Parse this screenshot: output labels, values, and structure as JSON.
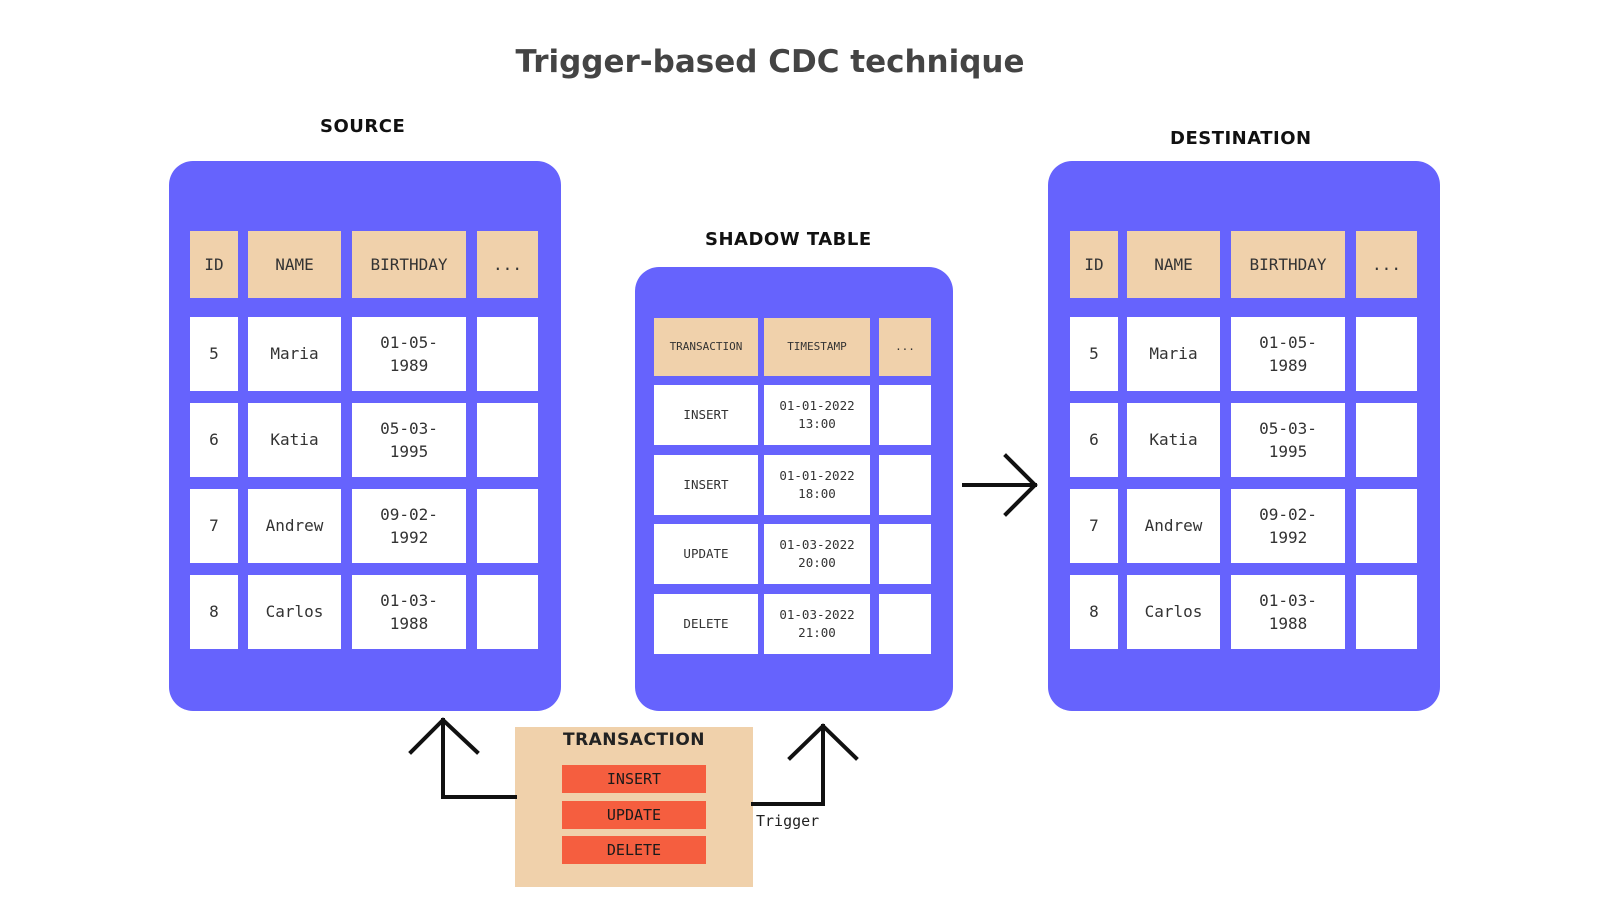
{
  "title": "Trigger-based CDC technique",
  "source": {
    "label": "SOURCE",
    "headers": [
      "ID",
      "NAME",
      "BIRTHDAY",
      "..."
    ],
    "rows": [
      [
        "5",
        "Maria",
        "01-05-\n1989",
        ""
      ],
      [
        "6",
        "Katia",
        "05-03-\n1995",
        ""
      ],
      [
        "7",
        "Andrew",
        "09-02-\n1992",
        ""
      ],
      [
        "8",
        "Carlos",
        "01-03-\n1988",
        ""
      ]
    ]
  },
  "shadow": {
    "label": "SHADOW TABLE",
    "headers": [
      "TRANSACTION",
      "TIMESTAMP",
      "..."
    ],
    "rows": [
      [
        "INSERT",
        "01-01-2022\n13:00",
        ""
      ],
      [
        "INSERT",
        "01-01-2022\n18:00",
        ""
      ],
      [
        "UPDATE",
        "01-03-2022\n20:00",
        ""
      ],
      [
        "DELETE",
        "01-03-2022\n21:00",
        ""
      ]
    ]
  },
  "destination": {
    "label": "DESTINATION",
    "headers": [
      "ID",
      "NAME",
      "BIRTHDAY",
      "..."
    ],
    "rows": [
      [
        "5",
        "Maria",
        "01-05-\n1989",
        ""
      ],
      [
        "6",
        "Katia",
        "05-03-\n1995",
        ""
      ],
      [
        "7",
        "Andrew",
        "09-02-\n1992",
        ""
      ],
      [
        "8",
        "Carlos",
        "01-03-\n1988",
        ""
      ]
    ]
  },
  "transaction": {
    "title": "TRANSACTION",
    "operations": [
      "INSERT",
      "UPDATE",
      "DELETE"
    ]
  },
  "trigger_label": "Trigger",
  "colors": {
    "panel": "#6663fd",
    "header_cell": "#f0d1ab",
    "body_cell": "#ffffff",
    "transaction_box": "#f0d1ab",
    "operation_button": "#f55e3f",
    "arrow": "#111111"
  },
  "icons": [
    "arrow-up-icon",
    "arrow-right-icon"
  ]
}
